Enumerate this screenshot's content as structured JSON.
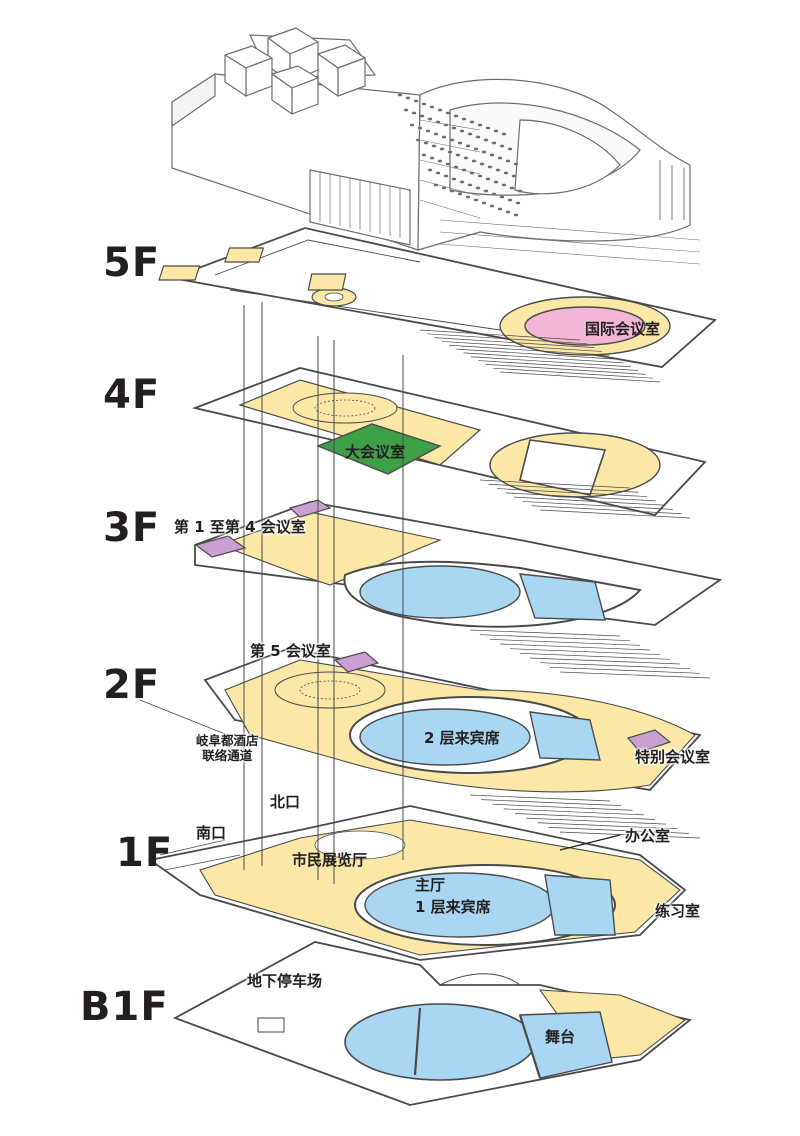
{
  "colors": {
    "ink": "#231f20",
    "line": "#4a4a4a",
    "wall": "#ffffff",
    "corridor": "#fbe8a6",
    "hall_blue": "#a9d7f3",
    "international_pink": "#f2b6d6",
    "big_hall_green": "#3ea046",
    "meeting_purple": "#c9a0d1",
    "building_line": "#6d6e71"
  },
  "floors": [
    {
      "id": "5f",
      "label": "5F"
    },
    {
      "id": "4f",
      "label": "4F"
    },
    {
      "id": "3f",
      "label": "3F"
    },
    {
      "id": "2f",
      "label": "2F"
    },
    {
      "id": "1f",
      "label": "1F"
    },
    {
      "id": "b1f",
      "label": "B1F"
    }
  ],
  "rooms": {
    "international_hall": "国际会议室",
    "big_hall": "大会议室",
    "meeting_1_4": "第 1 至第 4 会议室",
    "meeting_5": "第 5 会议室",
    "hotel_link_line1": "岐阜都酒店",
    "hotel_link_line2": "联络通道",
    "vip_2f": "2 层来宾席",
    "special_meeting": "特别会议室",
    "north_gate": "北口",
    "south_gate": "南口",
    "office": "办公室",
    "citizen_gallery": "市民展览厅",
    "main_hall_line1": "主厅",
    "main_hall_line2": "1 层来宾席",
    "practice_room": "练习室",
    "parking": "地下停车场",
    "stage": "舞台"
  }
}
